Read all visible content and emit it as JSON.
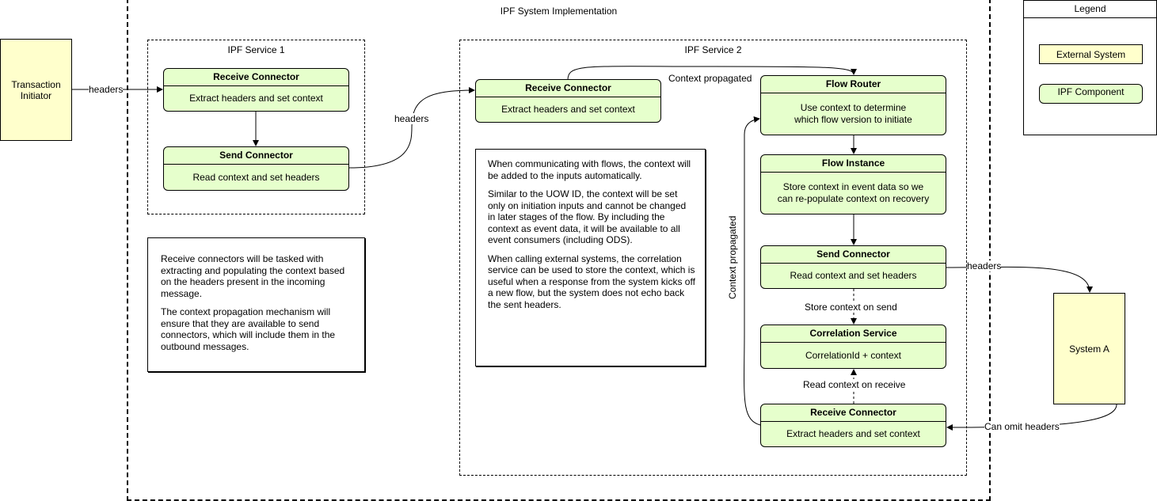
{
  "system_title": "IPF System Implementation",
  "service1": {
    "title": "IPF Service 1",
    "receive": {
      "title": "Receive Connector",
      "body": "Extract headers and set context"
    },
    "send": {
      "title": "Send Connector",
      "body": "Read context and set headers"
    },
    "note": [
      "Receive connectors will be tasked with extracting and populating the context based on the headers present in the incoming message.",
      "The context propagation mechanism will ensure that they are available to send connectors, which will include them in the outbound messages."
    ]
  },
  "service2": {
    "title": "IPF Service 2",
    "receive": {
      "title": "Receive Connector",
      "body": "Extract headers and set context"
    },
    "flow_router": {
      "title": "Flow Router",
      "body_line1": "Use context to determine",
      "body_line2": "which flow version to initiate"
    },
    "flow_instance": {
      "title": "Flow Instance",
      "body_line1": "Store context in event data so we",
      "body_line2": "can re-populate context on recovery"
    },
    "send": {
      "title": "Send Connector",
      "body": "Read context and set headers"
    },
    "correlation": {
      "title": "Correlation Service",
      "body": "CorrelationId + context"
    },
    "receive2": {
      "title": "Receive Connector",
      "body": "Extract headers and set context"
    },
    "note": [
      "When communicating with flows, the context will be added to the inputs automatically.",
      "Similar to the UOW ID, the context will be set only on initiation inputs and cannot be changed in later stages of the flow. By including the context as event data, it will be available to all event consumers (including ODS).",
      "When calling external systems, the correlation service can be used to store the context, which is useful when a response from the system kicks off a new flow, but the system does not echo back the sent headers."
    ]
  },
  "external": {
    "initiator_line1": "Transaction",
    "initiator_line2": "Initiator",
    "system_a": "System A"
  },
  "edge_labels": {
    "headers_in": "headers",
    "headers_between": "headers",
    "context_propagated_top": "Context propagated",
    "context_propagated_side": "Context propagated",
    "headers_out": "headers",
    "store_on_send": "Store context on send",
    "read_on_receive": "Read context on receive",
    "can_omit": "Can omit headers"
  },
  "legend": {
    "title": "Legend",
    "external_system": "External System",
    "ipf_component": "IPF Component"
  },
  "colors": {
    "external": "#ffffcc",
    "component": "#e6ffcc",
    "line": "#000000"
  }
}
